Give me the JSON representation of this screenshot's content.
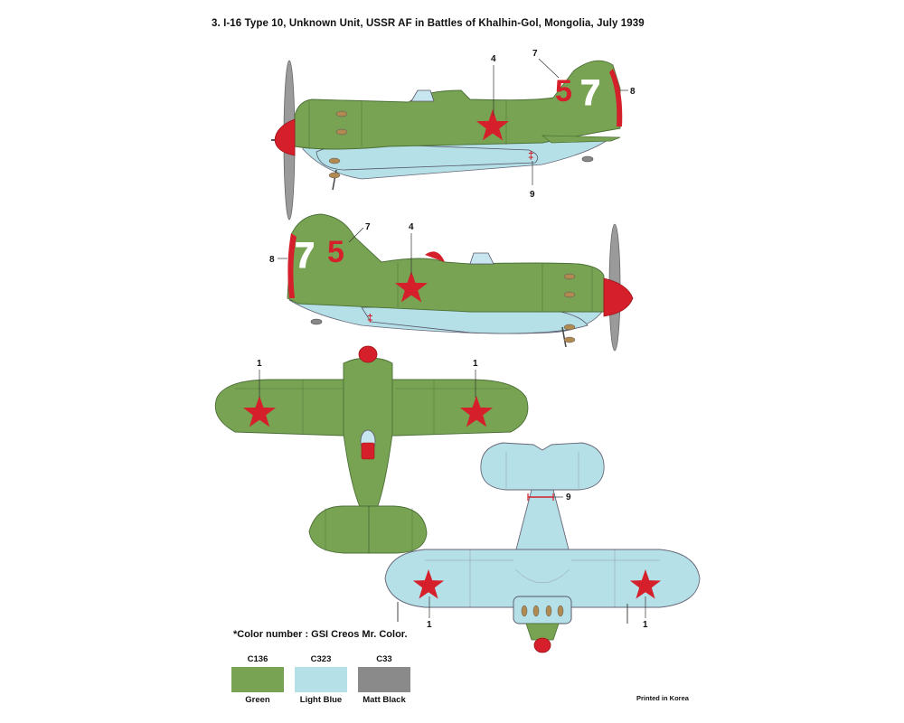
{
  "header": {
    "title": "3. I-16 Type 10, Unknown Unit, USSR AF in Battles of Khalhin-Gol, Mongolia, July 1939"
  },
  "markings": {
    "side_left_number_red": "5",
    "side_left_number_white": "7",
    "side_right_number_white": "7",
    "side_right_number_red": "5"
  },
  "callouts": {
    "side_left": [
      "4",
      "7",
      "8",
      "9"
    ],
    "side_right": [
      "7",
      "4",
      "8"
    ],
    "top_view": [
      "1",
      "1"
    ],
    "bottom_view": [
      "9",
      "1",
      "1"
    ]
  },
  "colors": {
    "green": "#78a353",
    "light_blue": "#b5e0e8",
    "matt_black": "#8a8a8a",
    "red": "#d51f2a",
    "white": "#ffffff"
  },
  "legend": {
    "note": "*Color number : GSI Creos Mr. Color.",
    "swatches": [
      {
        "code": "C136",
        "name": "Green",
        "color": "#78a353"
      },
      {
        "code": "C323",
        "name": "Light Blue",
        "color": "#b5e0e8"
      },
      {
        "code": "C33",
        "name": "Matt Black",
        "color": "#8a8a8a"
      }
    ]
  },
  "footer": {
    "printed": "Printed in Korea"
  }
}
